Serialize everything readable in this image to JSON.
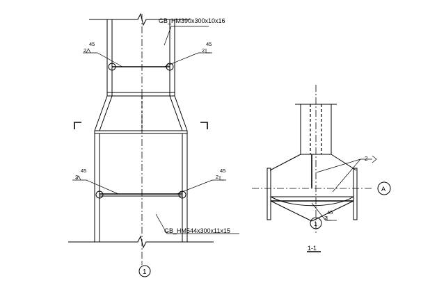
{
  "labels": {
    "upper_section": "GB_HM390x300x10x16",
    "lower_section": "GB_HM544x300x11x15",
    "weld_size": "45",
    "weld_leg": "2",
    "section_title": "1-1",
    "axis_1": "1",
    "axis_a": "A",
    "section_mark": "1"
  }
}
